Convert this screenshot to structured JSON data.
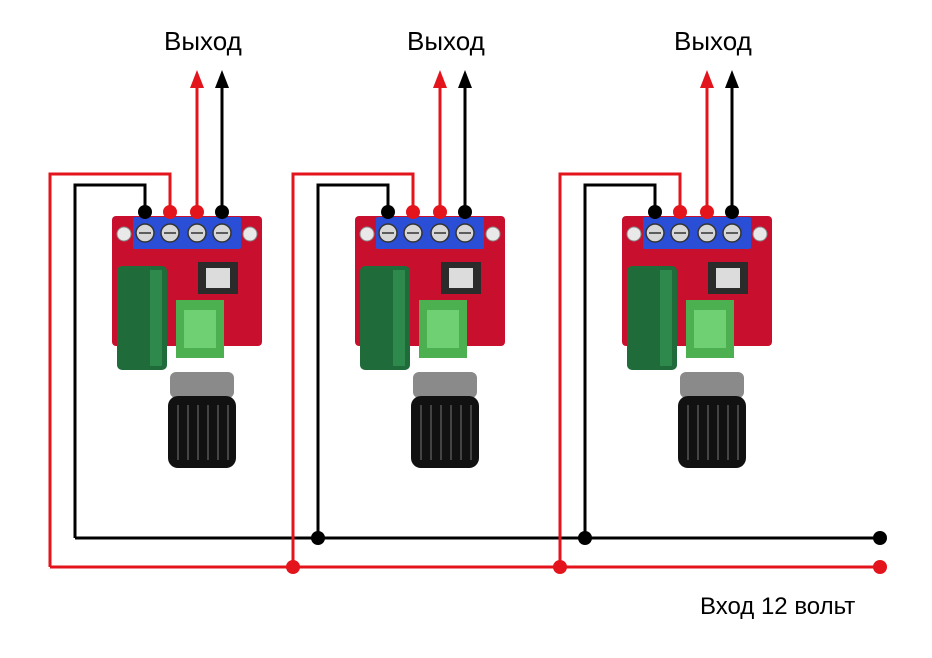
{
  "diagram": {
    "output_label": "Выход",
    "input_label": "Вход 12 вольт",
    "module_count": 3,
    "colors": {
      "positive_wire": "#e3141b",
      "negative_wire": "#000000",
      "terminal_block": "#2a4fd6",
      "pcb": "#c8102e",
      "capacitor": "#1f6b3a",
      "inductor": "#4caf50",
      "knob": "#111111"
    },
    "icons": [
      "pwm-module-icon",
      "output-arrow-icon",
      "capacitor-icon",
      "potentiometer-knob-icon"
    ]
  }
}
